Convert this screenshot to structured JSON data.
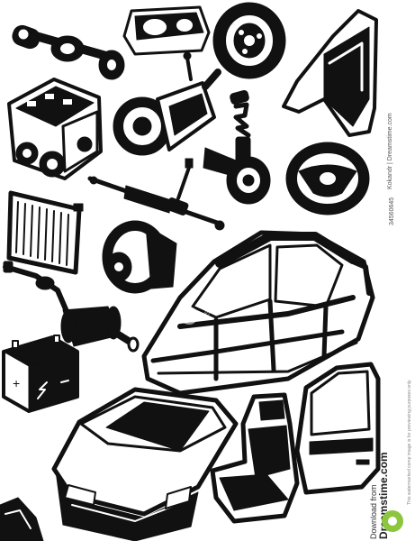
{
  "watermark": {
    "stock_id": "34560645",
    "author": "Kokandr | Dreamstime.com",
    "download_from": "Download from",
    "brand": "Dreamstime.com",
    "notice": "This watermarked comp image is for previewing purposes only.",
    "overlay": "dreamstime"
  },
  "colors": {
    "ink": "#111111",
    "paper": "#ffffff",
    "logo_green": "#8cc63f"
  },
  "parts": [
    "rear-axle",
    "headlight",
    "tire",
    "fender",
    "engine",
    "gearbox",
    "shock-absorber",
    "steering-wheel",
    "radiator",
    "steering-rack",
    "brake-disc",
    "car-body-frame",
    "exhaust-muffler",
    "battery",
    "car-hood-front",
    "car-seat",
    "car-door"
  ]
}
